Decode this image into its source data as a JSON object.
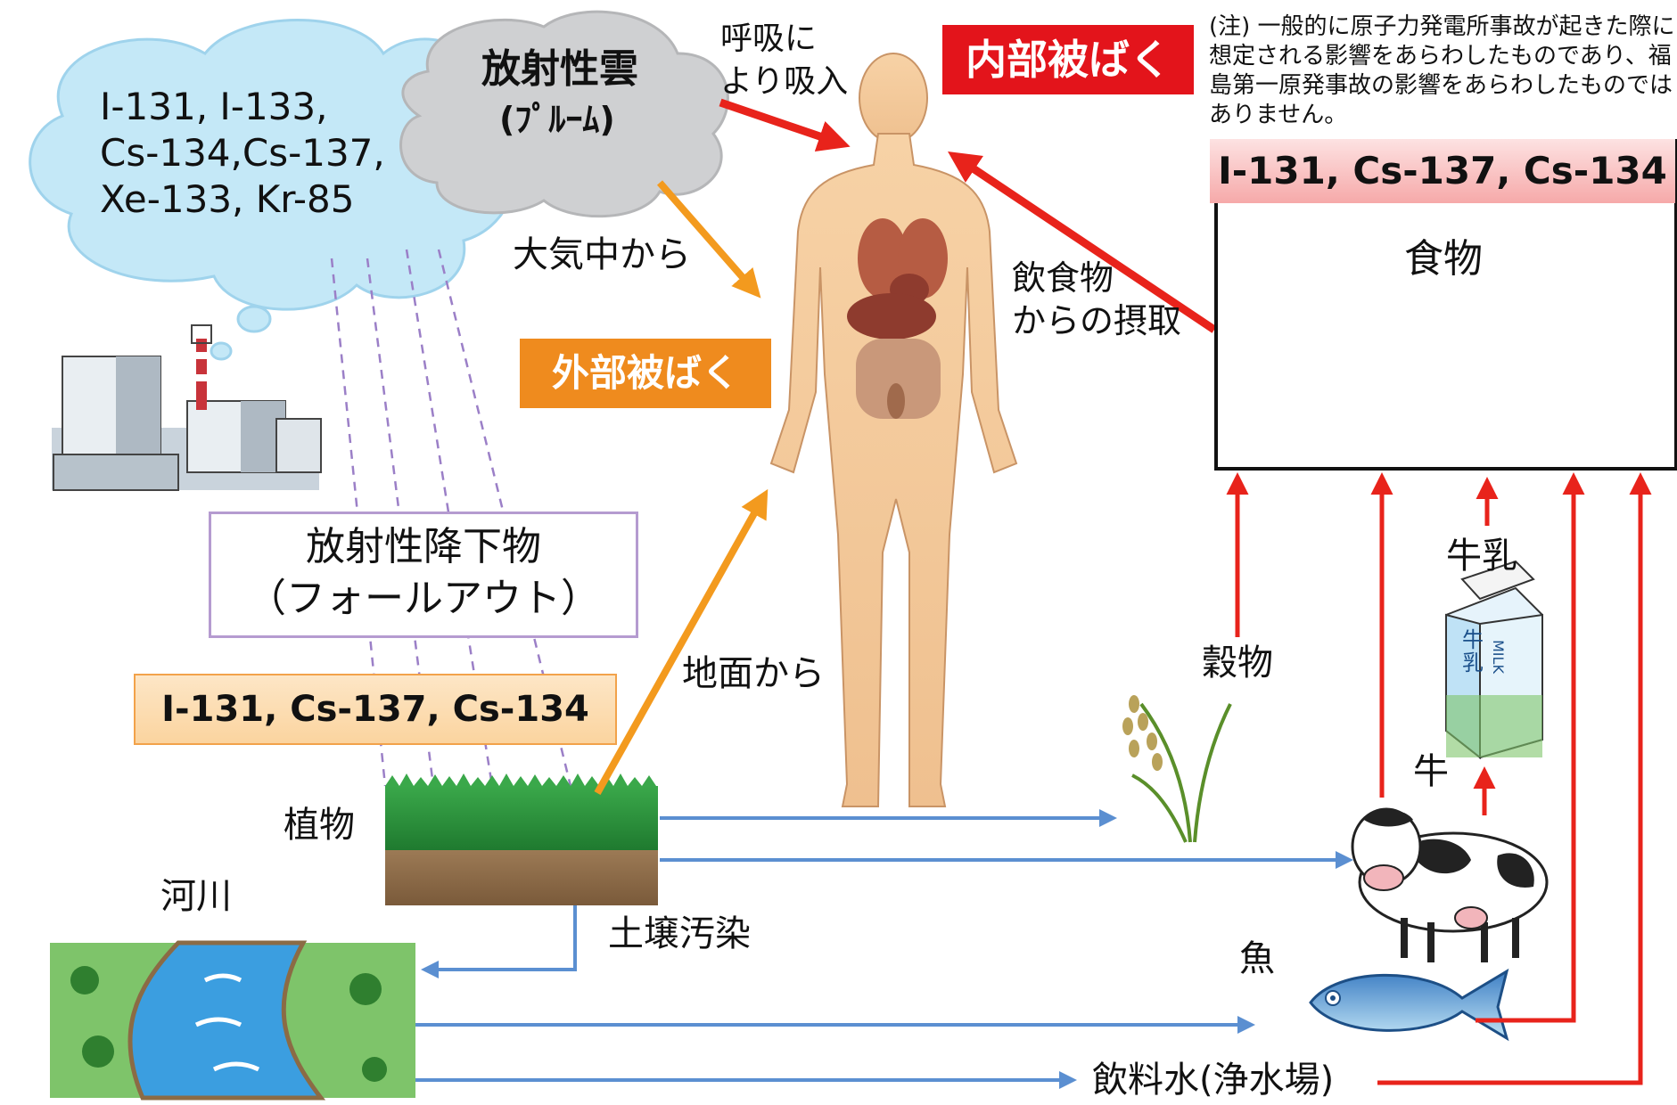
{
  "cloud_isotopes": [
    "I-131, I-133,",
    "Cs-134,Cs-137,",
    "Xe-133, Kr-85"
  ],
  "plume": {
    "line1": "放射性雲",
    "line2": "(ﾌﾟﾙｰﾑ)"
  },
  "inhalation": {
    "line1": "呼吸に",
    "line2": "より吸入"
  },
  "internal_exposure": "内部被ばく",
  "note": "(注) 一般的に原子力発電所事故が起きた際に想定される影響をあらわしたものであり、福島第一原発事故の影響をあらわしたものではありません。",
  "from_air": "大気中から",
  "external_exposure": "外部被ばく",
  "ingestion": {
    "line1": "飲食物",
    "line2": "からの摂取"
  },
  "food_isotopes": "I-131, Cs-137, Cs-134",
  "food": "食物",
  "fallout": {
    "line1": "放射性降下物",
    "line2": "（フォールアウト）"
  },
  "fallout_isotopes": "I-131, Cs-137, Cs-134",
  "from_ground": "地面から",
  "milk": "牛乳",
  "milk_carton": {
    "kanji": "牛\n乳",
    "latin": "MILK"
  },
  "grain": "穀物",
  "cow": "牛",
  "plants": "植物",
  "river": "河川",
  "soil_contamination": "土壌汚染",
  "fish": "魚",
  "drinking_water": "飲料水(浄水場)",
  "colors": {
    "red_arrow": "#e8231b",
    "orange_arrow": "#f39a1e",
    "blue_arrow": "#5b8fd1",
    "fallout_dash": "#9b7fc7"
  }
}
